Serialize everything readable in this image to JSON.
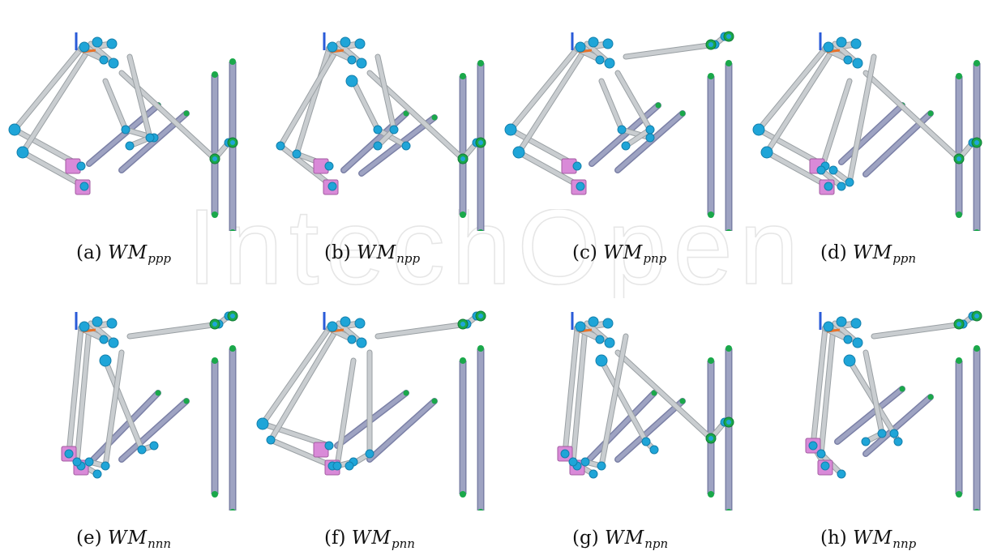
{
  "figure": {
    "panels": [
      {
        "label": "(a)",
        "main": "WM",
        "sub": "ppp"
      },
      {
        "label": "(b)",
        "main": "WM",
        "sub": "npp"
      },
      {
        "label": "(c)",
        "main": "WM",
        "sub": "pnp"
      },
      {
        "label": "(d)",
        "main": "WM",
        "sub": "ppn"
      },
      {
        "label": "(e)",
        "main": "WM",
        "sub": "nnn"
      },
      {
        "label": "(f)",
        "main": "WM",
        "sub": "pnn"
      },
      {
        "label": "(g)",
        "main": "WM",
        "sub": "npn"
      },
      {
        "label": "(h)",
        "main": "WM",
        "sub": "nnp"
      }
    ],
    "watermark_text": "IntechOpen"
  },
  "colors": {
    "rod": "#c9cdd0",
    "rod_edge": "#9aa0a4",
    "rail": "#9ea3c2",
    "joint_blue": "#1fa5d8",
    "joint_green": "#1aa84a",
    "slider_pink": "#d98ad8",
    "axis_orange": "#e8732a",
    "axis_blue": "#2a5bd8"
  }
}
